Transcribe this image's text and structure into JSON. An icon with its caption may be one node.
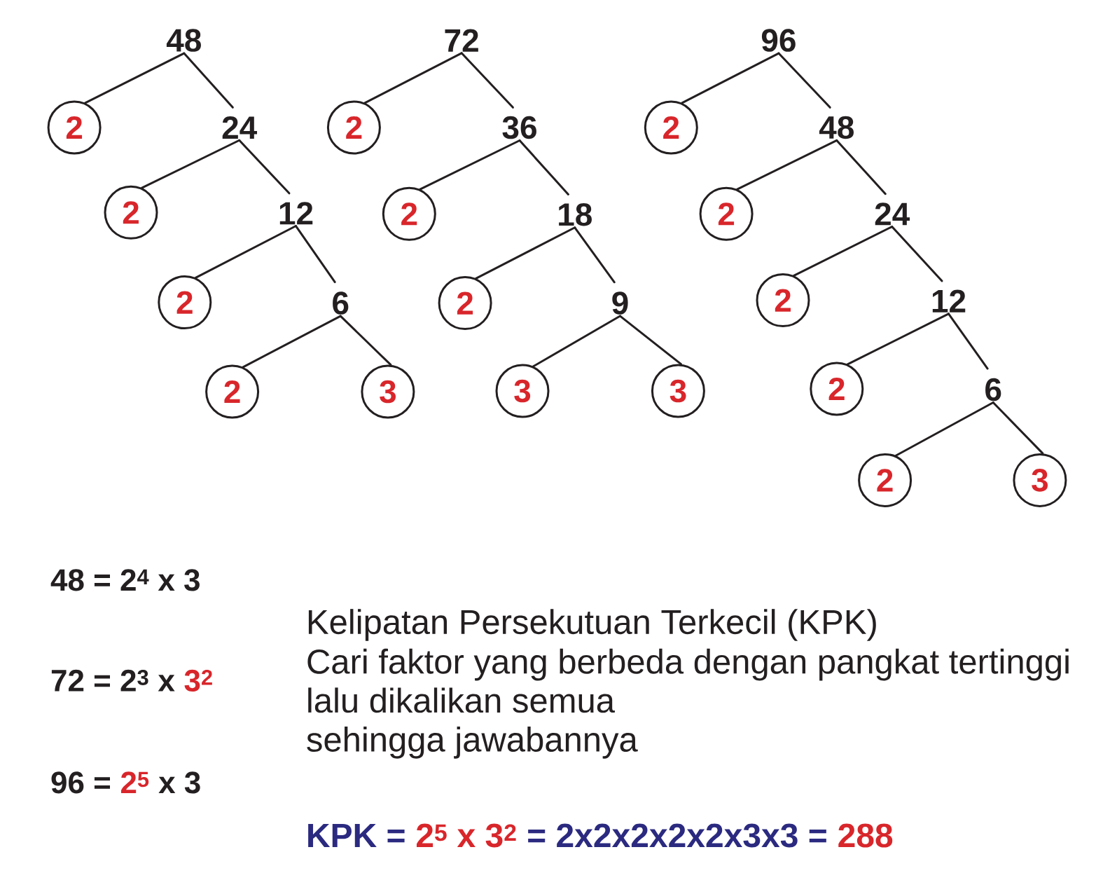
{
  "diagram": {
    "nodes": [
      {
        "text": [
          "48"
        ]
      },
      {
        "text": [
          "2"
        ]
      },
      {
        "text": [
          "24"
        ]
      },
      {
        "text": [
          "2"
        ]
      },
      {
        "text": [
          "12"
        ]
      },
      {
        "text": [
          "2"
        ]
      },
      {
        "text": [
          "6"
        ]
      },
      {
        "text": [
          "2"
        ]
      },
      {
        "text": [
          "3"
        ]
      },
      {
        "text": [
          "72"
        ]
      },
      {
        "text": [
          "2"
        ]
      },
      {
        "text": [
          "36"
        ]
      },
      {
        "text": [
          "2"
        ]
      },
      {
        "text": [
          "18"
        ]
      },
      {
        "text": [
          "2"
        ]
      },
      {
        "text": [
          "9"
        ]
      },
      {
        "text": [
          "3"
        ]
      },
      {
        "text": [
          "3"
        ]
      },
      {
        "text": [
          "96"
        ]
      },
      {
        "text": [
          "2"
        ]
      },
      {
        "text": [
          "48"
        ]
      },
      {
        "text": [
          "2"
        ]
      },
      {
        "text": [
          "24"
        ]
      },
      {
        "text": [
          "2"
        ]
      },
      {
        "text": [
          "12"
        ]
      },
      {
        "text": [
          "2"
        ]
      },
      {
        "text": [
          "6"
        ]
      },
      {
        "text": [
          "2"
        ]
      },
      {
        "text": [
          "3"
        ]
      }
    ],
    "edges": [
      {
        "from": 0,
        "to": 1,
        "arrow": "none"
      },
      {
        "from": 0,
        "to": 2,
        "arrow": "none"
      },
      {
        "from": 2,
        "to": 3,
        "arrow": "none"
      },
      {
        "from": 2,
        "to": 4,
        "arrow": "none"
      },
      {
        "from": 4,
        "to": 5,
        "arrow": "none"
      },
      {
        "from": 4,
        "to": 6,
        "arrow": "none"
      },
      {
        "from": 6,
        "to": 7,
        "arrow": "none"
      },
      {
        "from": 6,
        "to": 8,
        "arrow": "none"
      },
      {
        "from": 9,
        "to": 10,
        "arrow": "none"
      },
      {
        "from": 9,
        "to": 11,
        "arrow": "none"
      },
      {
        "from": 11,
        "to": 12,
        "arrow": "none"
      },
      {
        "from": 11,
        "to": 13,
        "arrow": "none"
      },
      {
        "from": 13,
        "to": 14,
        "arrow": "none"
      },
      {
        "from": 13,
        "to": 15,
        "arrow": "none"
      },
      {
        "from": 15,
        "to": 16,
        "arrow": "none"
      },
      {
        "from": 15,
        "to": 17,
        "arrow": "none"
      },
      {
        "from": 18,
        "to": 19,
        "arrow": "none"
      },
      {
        "from": 18,
        "to": 20,
        "arrow": "none"
      },
      {
        "from": 20,
        "to": 21,
        "arrow": "none"
      },
      {
        "from": 20,
        "to": 22,
        "arrow": "none"
      },
      {
        "from": 22,
        "to": 23,
        "arrow": "none"
      },
      {
        "from": 22,
        "to": 24,
        "arrow": "none"
      },
      {
        "from": 24,
        "to": 25,
        "arrow": "none"
      },
      {
        "from": 24,
        "to": 26,
        "arrow": "none"
      },
      {
        "from": 26,
        "to": 27,
        "arrow": "none"
      },
      {
        "from": 26,
        "to": 28,
        "arrow": "none"
      }
    ],
    "labels": [
      "48 = 2$^{4}$ x 3",
      "72 = 2$^{3}$ x",
      "3$^{2}$",
      "96 =",
      "2$^{5}$",
      "x 3",
      "Kelipatan Persekutuan Terkecil (KPK)",
      "Cari faktor yang berbeda dengan pangkat tertinggi",
      "lalu dikalikan semua",
      "sehingga jawabannya",
      "KPK =",
      "2$^{5}$ x 3$^{2}$",
      "= 2x2x2x2x2x3x3 =",
      "288"
    ]
  }
}
